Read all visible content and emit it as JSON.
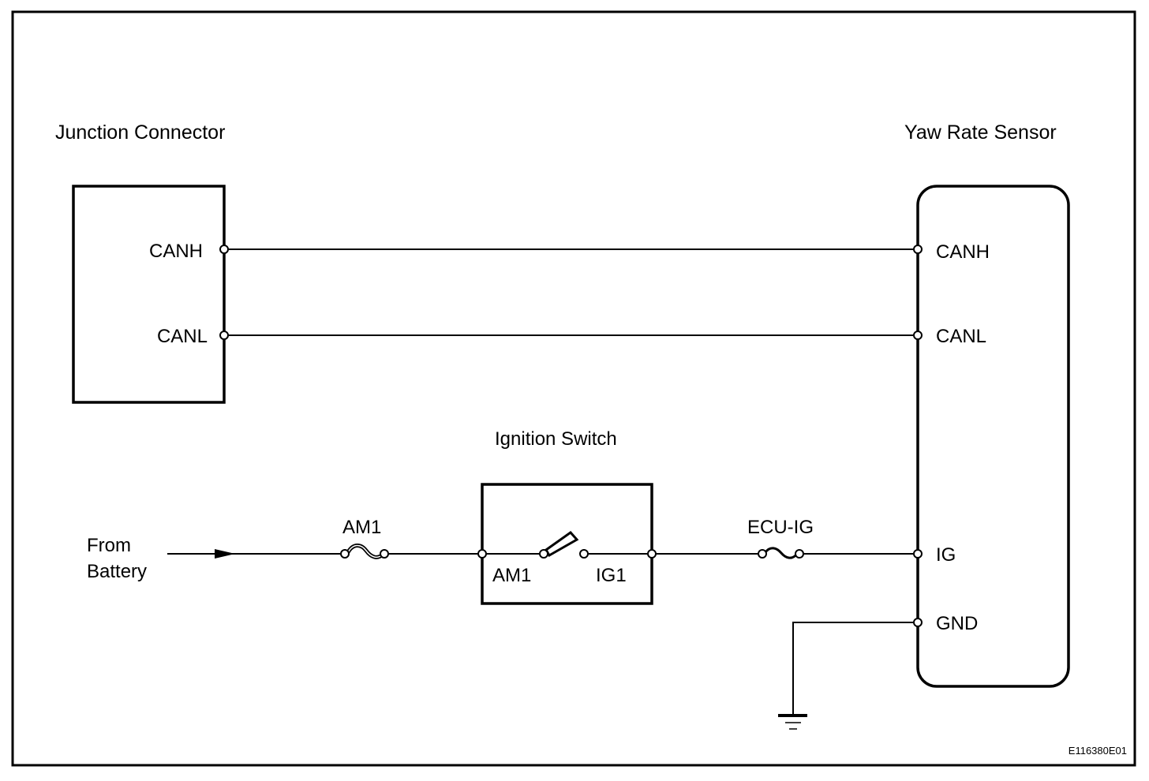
{
  "diagram": {
    "type": "wiring-diagram",
    "figure_id": "E116380E01",
    "components": {
      "junction_connector": {
        "title": "Junction Connector",
        "pins": [
          "CANH",
          "CANL"
        ]
      },
      "yaw_rate_sensor": {
        "title": "Yaw Rate Sensor",
        "pins": [
          "CANH",
          "CANL",
          "IG",
          "GND"
        ]
      },
      "ignition_switch": {
        "title": "Ignition Switch",
        "pins": [
          "AM1",
          "IG1"
        ]
      },
      "fuse_am1": {
        "label": "AM1"
      },
      "fuse_ecu_ig": {
        "label": "ECU-IG"
      },
      "source": {
        "line1": "From",
        "line2": "Battery"
      }
    },
    "connections": [
      {
        "from": "Junction Connector CANH",
        "to": "Yaw Rate Sensor CANH"
      },
      {
        "from": "Junction Connector CANL",
        "to": "Yaw Rate Sensor CANL"
      },
      {
        "from": "From Battery",
        "to": "AM1 fuse"
      },
      {
        "from": "AM1 fuse",
        "to": "Ignition Switch AM1"
      },
      {
        "from": "Ignition Switch IG1",
        "to": "ECU-IG fuse"
      },
      {
        "from": "ECU-IG fuse",
        "to": "Yaw Rate Sensor IG"
      },
      {
        "from": "Yaw Rate Sensor GND",
        "to": "Ground"
      }
    ]
  }
}
